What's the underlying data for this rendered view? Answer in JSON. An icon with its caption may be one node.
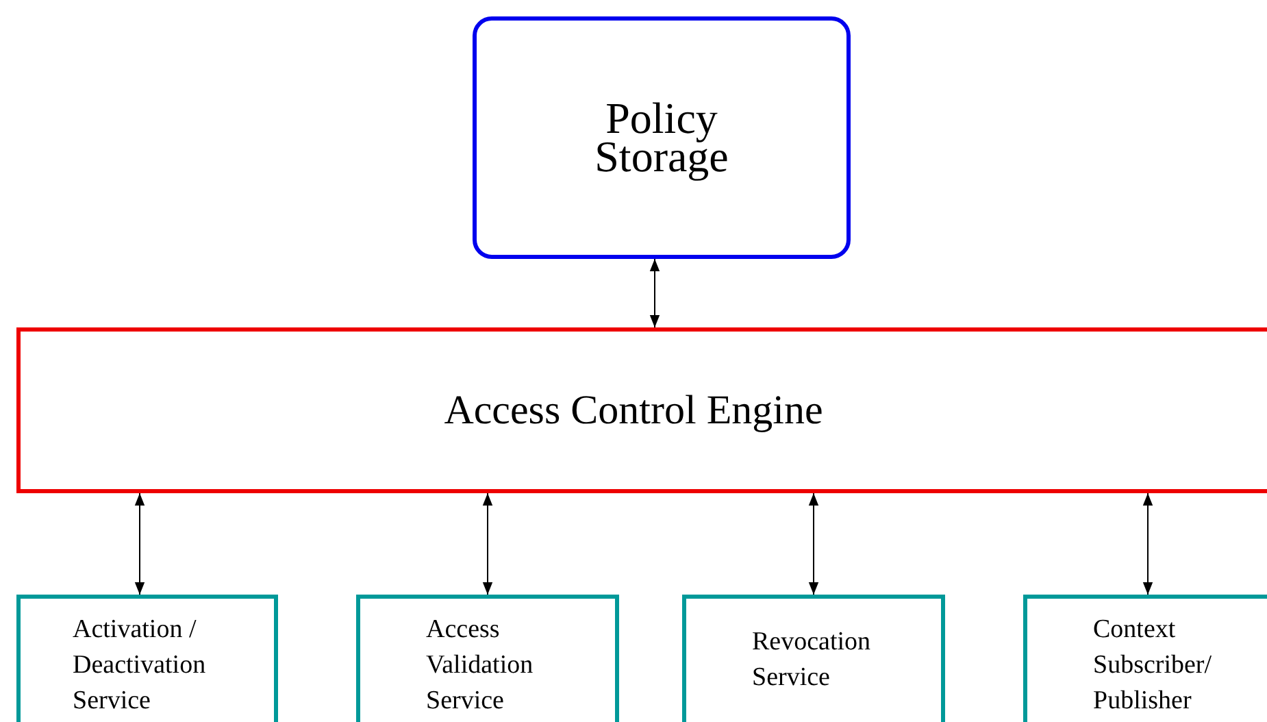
{
  "diagram": {
    "nodes": [
      {
        "text": [
          "Policy Storage"
        ]
      },
      {
        "text": [
          "Access Control Engine"
        ]
      },
      {
        "text": [
          "Activation / Deactivation Service"
        ]
      },
      {
        "text": [
          "Access Validation Service"
        ]
      },
      {
        "text": [
          "Revocation Service"
        ]
      },
      {
        "text": [
          "Context Subscriber/ Publisher"
        ]
      }
    ],
    "edges": [
      {
        "from": 0,
        "to": 1,
        "arrow": "both"
      },
      {
        "from": 1,
        "to": 2,
        "arrow": "both"
      },
      {
        "from": 1,
        "to": 3,
        "arrow": "both"
      },
      {
        "from": 1,
        "to": 4,
        "arrow": "both"
      },
      {
        "from": 1,
        "to": 5,
        "arrow": "both"
      }
    ]
  }
}
